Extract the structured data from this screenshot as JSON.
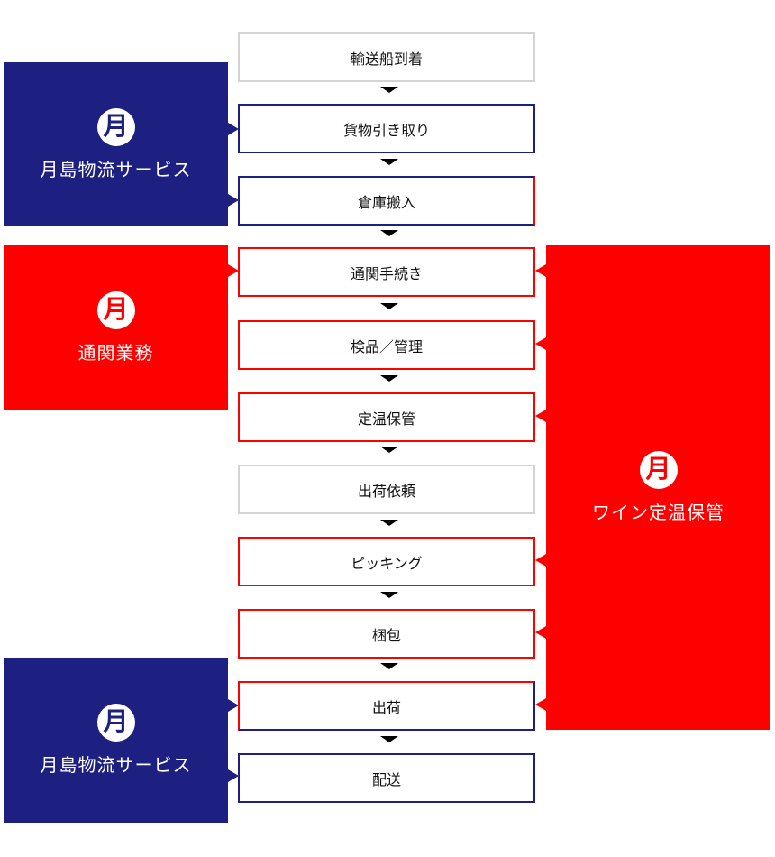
{
  "colors": {
    "navy": "#1d2080",
    "red": "#ff0000",
    "gray_border": "#d3d3d3"
  },
  "logo_glyph": "月",
  "panels": {
    "tsukishima_top": {
      "label": "月島物流サービス"
    },
    "customs": {
      "label": "通関業務"
    },
    "wine": {
      "label": "ワイン定温保管"
    },
    "tsukishima_bottom": {
      "label": "月島物流サービス"
    }
  },
  "steps": [
    {
      "label": "輸送船到着"
    },
    {
      "label": "貨物引き取り"
    },
    {
      "label": "倉庫搬入"
    },
    {
      "label": "通関手続き"
    },
    {
      "label": "検品／管理"
    },
    {
      "label": "定温保管"
    },
    {
      "label": "出荷依頼"
    },
    {
      "label": "ピッキング"
    },
    {
      "label": "梱包"
    },
    {
      "label": "出荷"
    },
    {
      "label": "配送"
    }
  ]
}
